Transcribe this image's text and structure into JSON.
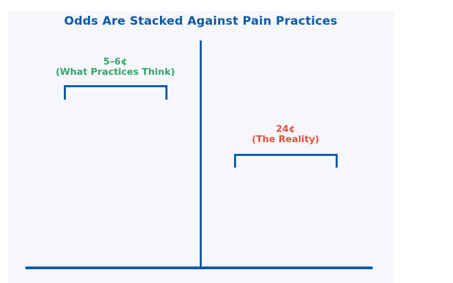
{
  "chart_data": {
    "type": "bar",
    "variant": "annotated comparison figure (value labels with brackets on a split panel, no bars drawn)",
    "title": "Odds Are Stacked Against Pain Practices",
    "categories": [
      "What Practices Think",
      "The Reality"
    ],
    "values": [
      5.5,
      24
    ],
    "value_labels": [
      "5–6¢",
      "24¢"
    ],
    "unit": "cents",
    "legend": false,
    "grid": false,
    "layout": {
      "divider": "vertical center line splitting left and right halves",
      "baseline": "horizontal axis line at bottom",
      "left_annotation_side": "left half",
      "right_annotation_side": "right half"
    }
  },
  "annotations": {
    "left": {
      "value": "5–6¢",
      "label": "(What Practices Think)"
    },
    "right": {
      "value": "24¢",
      "label": "(The Reality)"
    }
  },
  "colors": {
    "title_blue": "#0c5aa9",
    "line_blue": "#0c5aa9",
    "green": "#36a566",
    "red": "#e8503c",
    "panel_bg": "#f6f7fb",
    "page_bg": "#ffffff"
  }
}
